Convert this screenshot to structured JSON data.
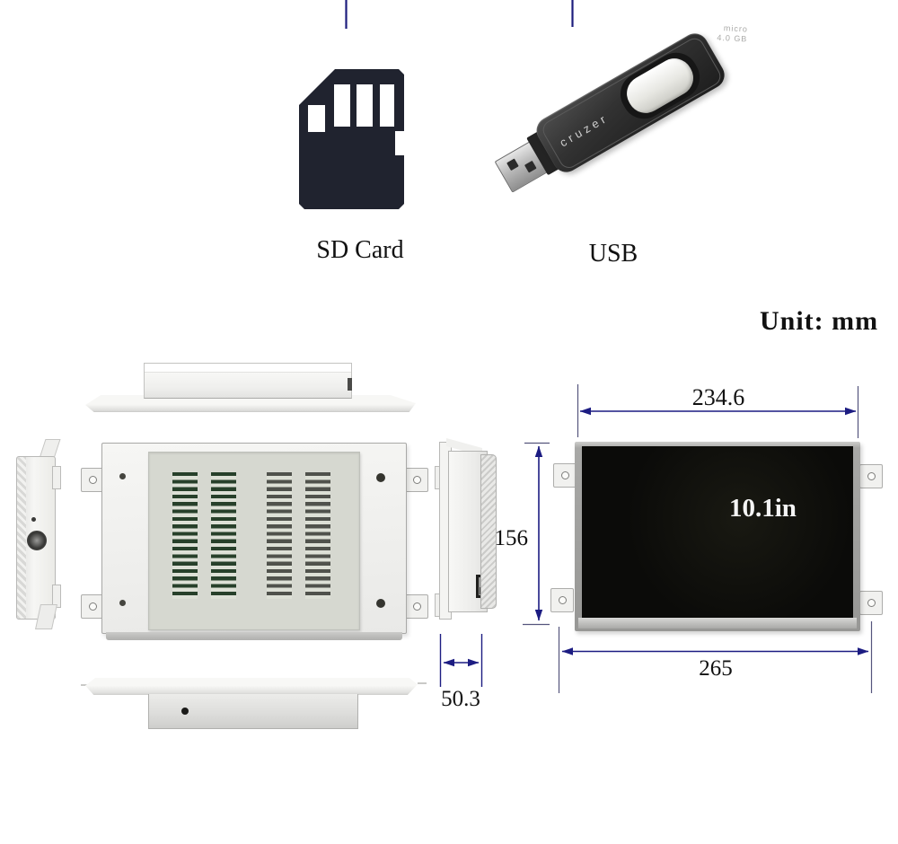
{
  "figure": {
    "unit_label": "Unit: mm",
    "storage": {
      "sd_label": "SD Card",
      "usb_label": "USB",
      "usb_brand": "cruzer",
      "usb_capacity_line1": "micro",
      "usb_capacity_line2": "4.0 GB"
    },
    "dimensions": {
      "screen_width_mm": "234.6",
      "height_mm": "156",
      "total_width_mm": "265",
      "depth_mm": "50.3",
      "screen_diagonal": "10.1in"
    },
    "colors": {
      "dimension_line": "#1c1c82",
      "diagonal_arrow": "#2a2acc",
      "sd_icon": "#20232f"
    },
    "icons": {
      "sd_card": "sd-card-icon",
      "usb_drive": "usb-drive-icon"
    }
  }
}
